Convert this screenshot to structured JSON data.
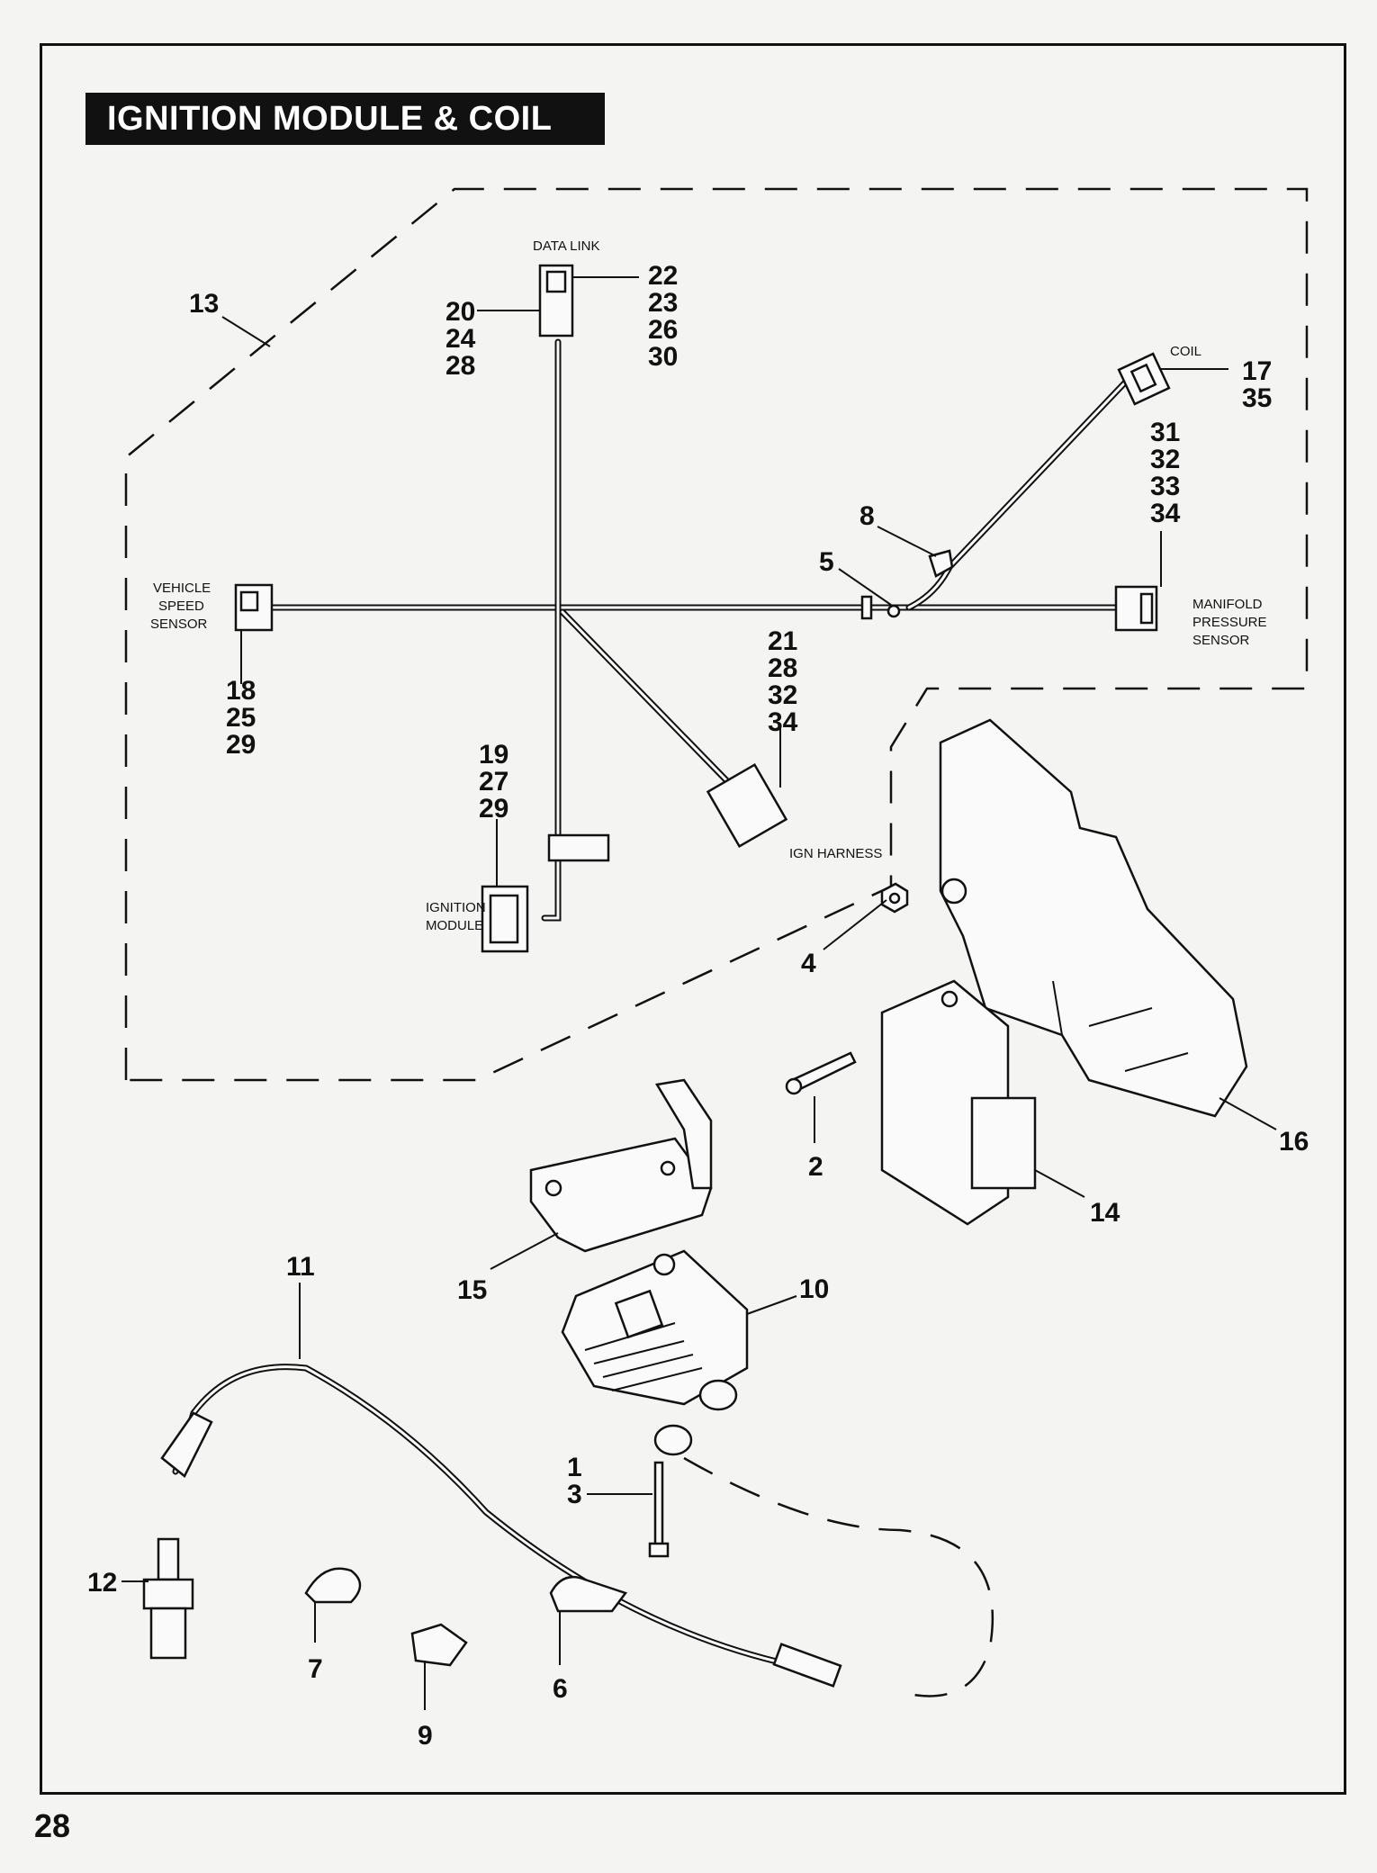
{
  "title": "IGNITION MODULE & COIL",
  "page_number": "28",
  "connector_labels": {
    "data_link": "DATA LINK",
    "coil": "COIL",
    "vehicle_speed_sensor": [
      "VEHICLE",
      "SPEED",
      "SENSOR"
    ],
    "manifold_pressure_sensor": [
      "MANIFOLD",
      "PRESSURE",
      "SENSOR"
    ],
    "ign_harness": "IGN HARNESS",
    "ignition_module": [
      "IGNITION",
      "MODULE"
    ]
  },
  "callouts": {
    "harness": "13",
    "data_link_left": [
      "20",
      "24",
      "28"
    ],
    "data_link_right": [
      "22",
      "23",
      "26",
      "30"
    ],
    "coil_connector": [
      "17",
      "35"
    ],
    "map_sensor": [
      "31",
      "32",
      "33",
      "34"
    ],
    "cable_strap": "8",
    "clip": "5",
    "speed_sensor": [
      "18",
      "25",
      "29"
    ],
    "ign_harness": [
      "21",
      "28",
      "32",
      "34"
    ],
    "ignition_module_connector": [
      "19",
      "27",
      "29"
    ],
    "nut": "4",
    "screw": "2",
    "bracket_housing": "16",
    "ignition_module": "14",
    "coil_bracket": "15",
    "coil": "10",
    "spark_plug_wire": "11",
    "bolt": [
      "1",
      "3"
    ],
    "spark_plug": "12",
    "clip_7": "7",
    "clip_9": "9",
    "clip_6": "6"
  }
}
